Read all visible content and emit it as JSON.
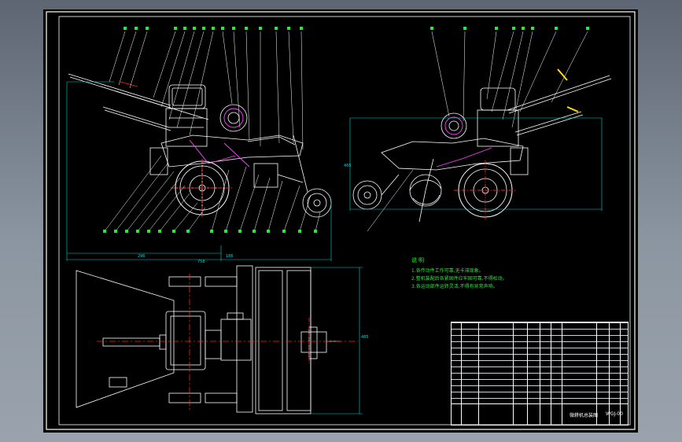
{
  "drawing": {
    "notes_title": "说明",
    "notes": [
      "1.各传动件工作可靠,无卡滞现象。",
      "2.整机装配后各紧固件应牢固可靠,不得松动。",
      "3.各运动部件运转灵活,不得有异常声响。"
    ],
    "dimensions": {
      "left_width": "758",
      "left_part_a": "296",
      "left_part_b": "186",
      "right_height": "465",
      "plan_height": "485"
    },
    "title_block": {
      "drawing_name": "微耕机总装图",
      "drawing_no": "WGJ-00"
    }
  },
  "colors": {
    "background": "#000000",
    "line": "#ffffff",
    "dimension": "#00d4d4",
    "annotation": "#22ee33",
    "center_line": "#ff2222",
    "accent": "#ff44ff",
    "highlight": "#ffdd00"
  }
}
